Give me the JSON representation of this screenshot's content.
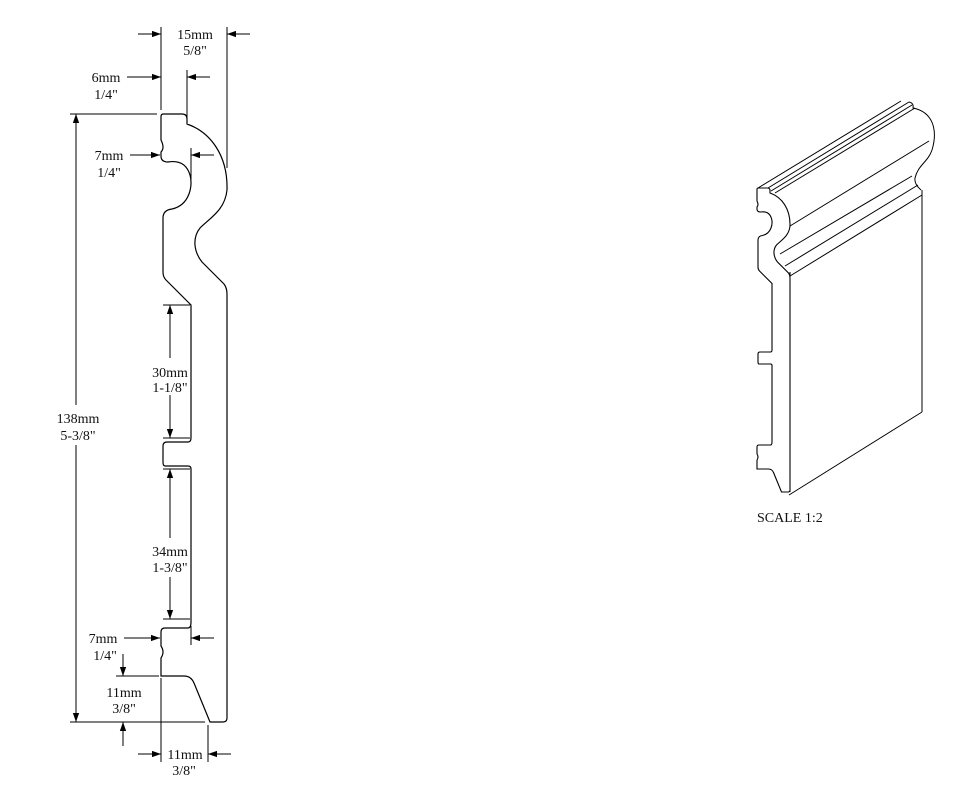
{
  "dimensions": {
    "overall_width": {
      "mm": "15mm",
      "inch": "5/8\""
    },
    "top_step": {
      "mm": "6mm",
      "inch": "1/4\""
    },
    "upper_bead": {
      "mm": "7mm",
      "inch": "1/4\""
    },
    "overall_height": {
      "mm": "138mm",
      "inch": "5-3/8\""
    },
    "upper_recess": {
      "mm": "30mm",
      "inch": "1-1/8\""
    },
    "lower_recess": {
      "mm": "34mm",
      "inch": "1-3/8\""
    },
    "lower_bead": {
      "mm": "7mm",
      "inch": "1/4\""
    },
    "plinth_height": {
      "mm": "11mm",
      "inch": "3/8\""
    },
    "plinth_width": {
      "mm": "11mm",
      "inch": "3/8\""
    }
  },
  "isometric": {
    "scale_label": "SCALE  1:2"
  },
  "colors": {
    "line": "#000000",
    "background": "#ffffff"
  }
}
